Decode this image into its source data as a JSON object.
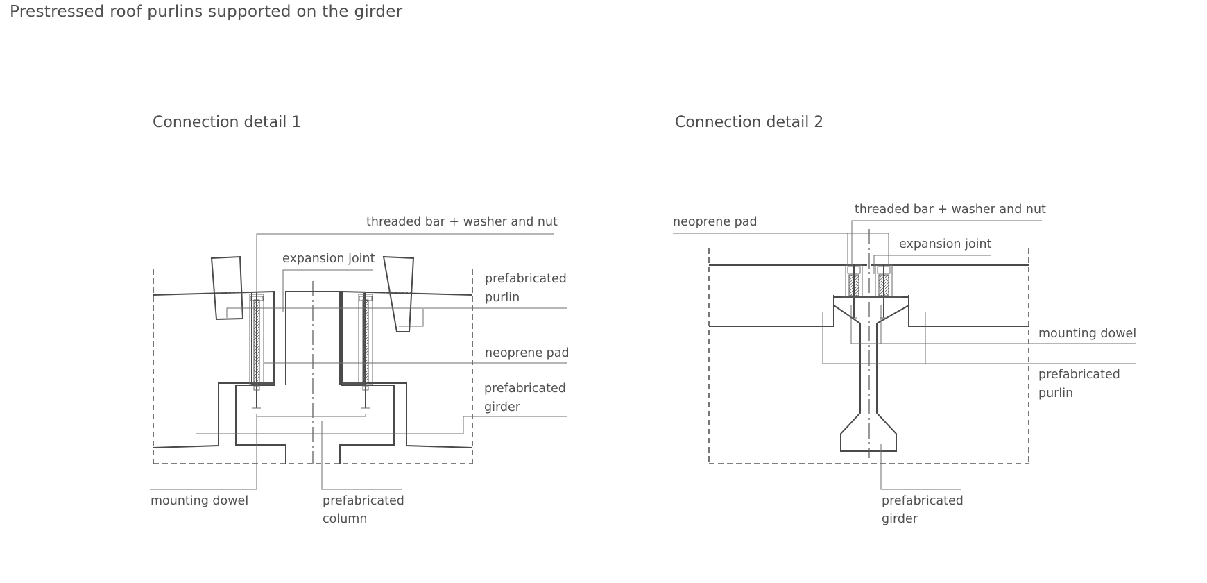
{
  "title": "Prestressed roof purlins supported on the girder",
  "details": [
    {
      "heading": "Connection detail 1",
      "labels": {
        "threaded_bar": "threaded bar + washer and nut",
        "expansion_joint": "expansion joint",
        "purlin_line1": "prefabricated",
        "purlin_line2": "purlin",
        "neoprene_pad": "neoprene pad",
        "girder_line1": "prefabricated",
        "girder_line2": "girder",
        "mounting_dowel": "mounting dowel",
        "column_line1": "prefabricated",
        "column_line2": "column"
      }
    },
    {
      "heading": "Connection detail 2",
      "labels": {
        "threaded_bar": "threaded bar + washer and nut",
        "neoprene_pad": "neoprene pad",
        "expansion_joint": "expansion joint",
        "mounting_dowel": "mounting dowel",
        "purlin_line1": "prefabricated",
        "purlin_line2": "purlin",
        "girder_line1": "prefabricated",
        "girder_line2": "girder"
      }
    }
  ]
}
